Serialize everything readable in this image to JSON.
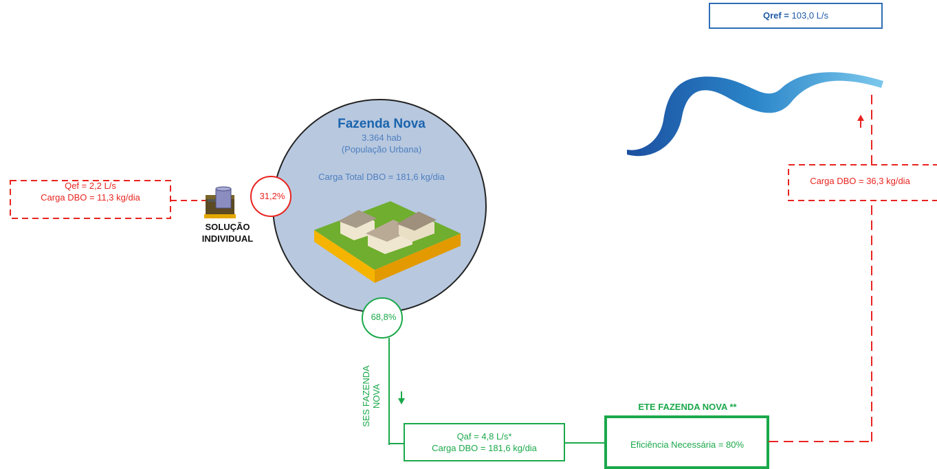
{
  "qref": {
    "label": "Qref =",
    "value": "103,0 L/s"
  },
  "city": {
    "name": "Fazenda Nova",
    "population": "3.364 hab",
    "population_note": "(População Urbana)",
    "total_load": "Carga Total DBO = 181,6 kg/dia"
  },
  "individual": {
    "percent": "31,2%",
    "flow": "Qef = 2,2 L/s",
    "load": "Carga DBO = 11,3 kg/dia",
    "label_line1": "SOLUÇÃO",
    "label_line2": "INDIVIDUAL"
  },
  "collective": {
    "percent": "68,8%",
    "system_line1": "SES FAZENDA",
    "system_line2": "NOVA",
    "flow": "Qaf = 4,8 L/s*",
    "load": "Carga DBO = 181,6 kg/dia"
  },
  "ete": {
    "title": "ETE FAZENDA NOVA **",
    "efficiency": "Eficiência Necessária  = 80%"
  },
  "river_load": "Carga DBO = 36,3 kg/dia",
  "colors": {
    "red": "#e8231f",
    "green": "#1aa84a",
    "blue": "#2e6db4",
    "city_circle": "#b8c8df"
  }
}
